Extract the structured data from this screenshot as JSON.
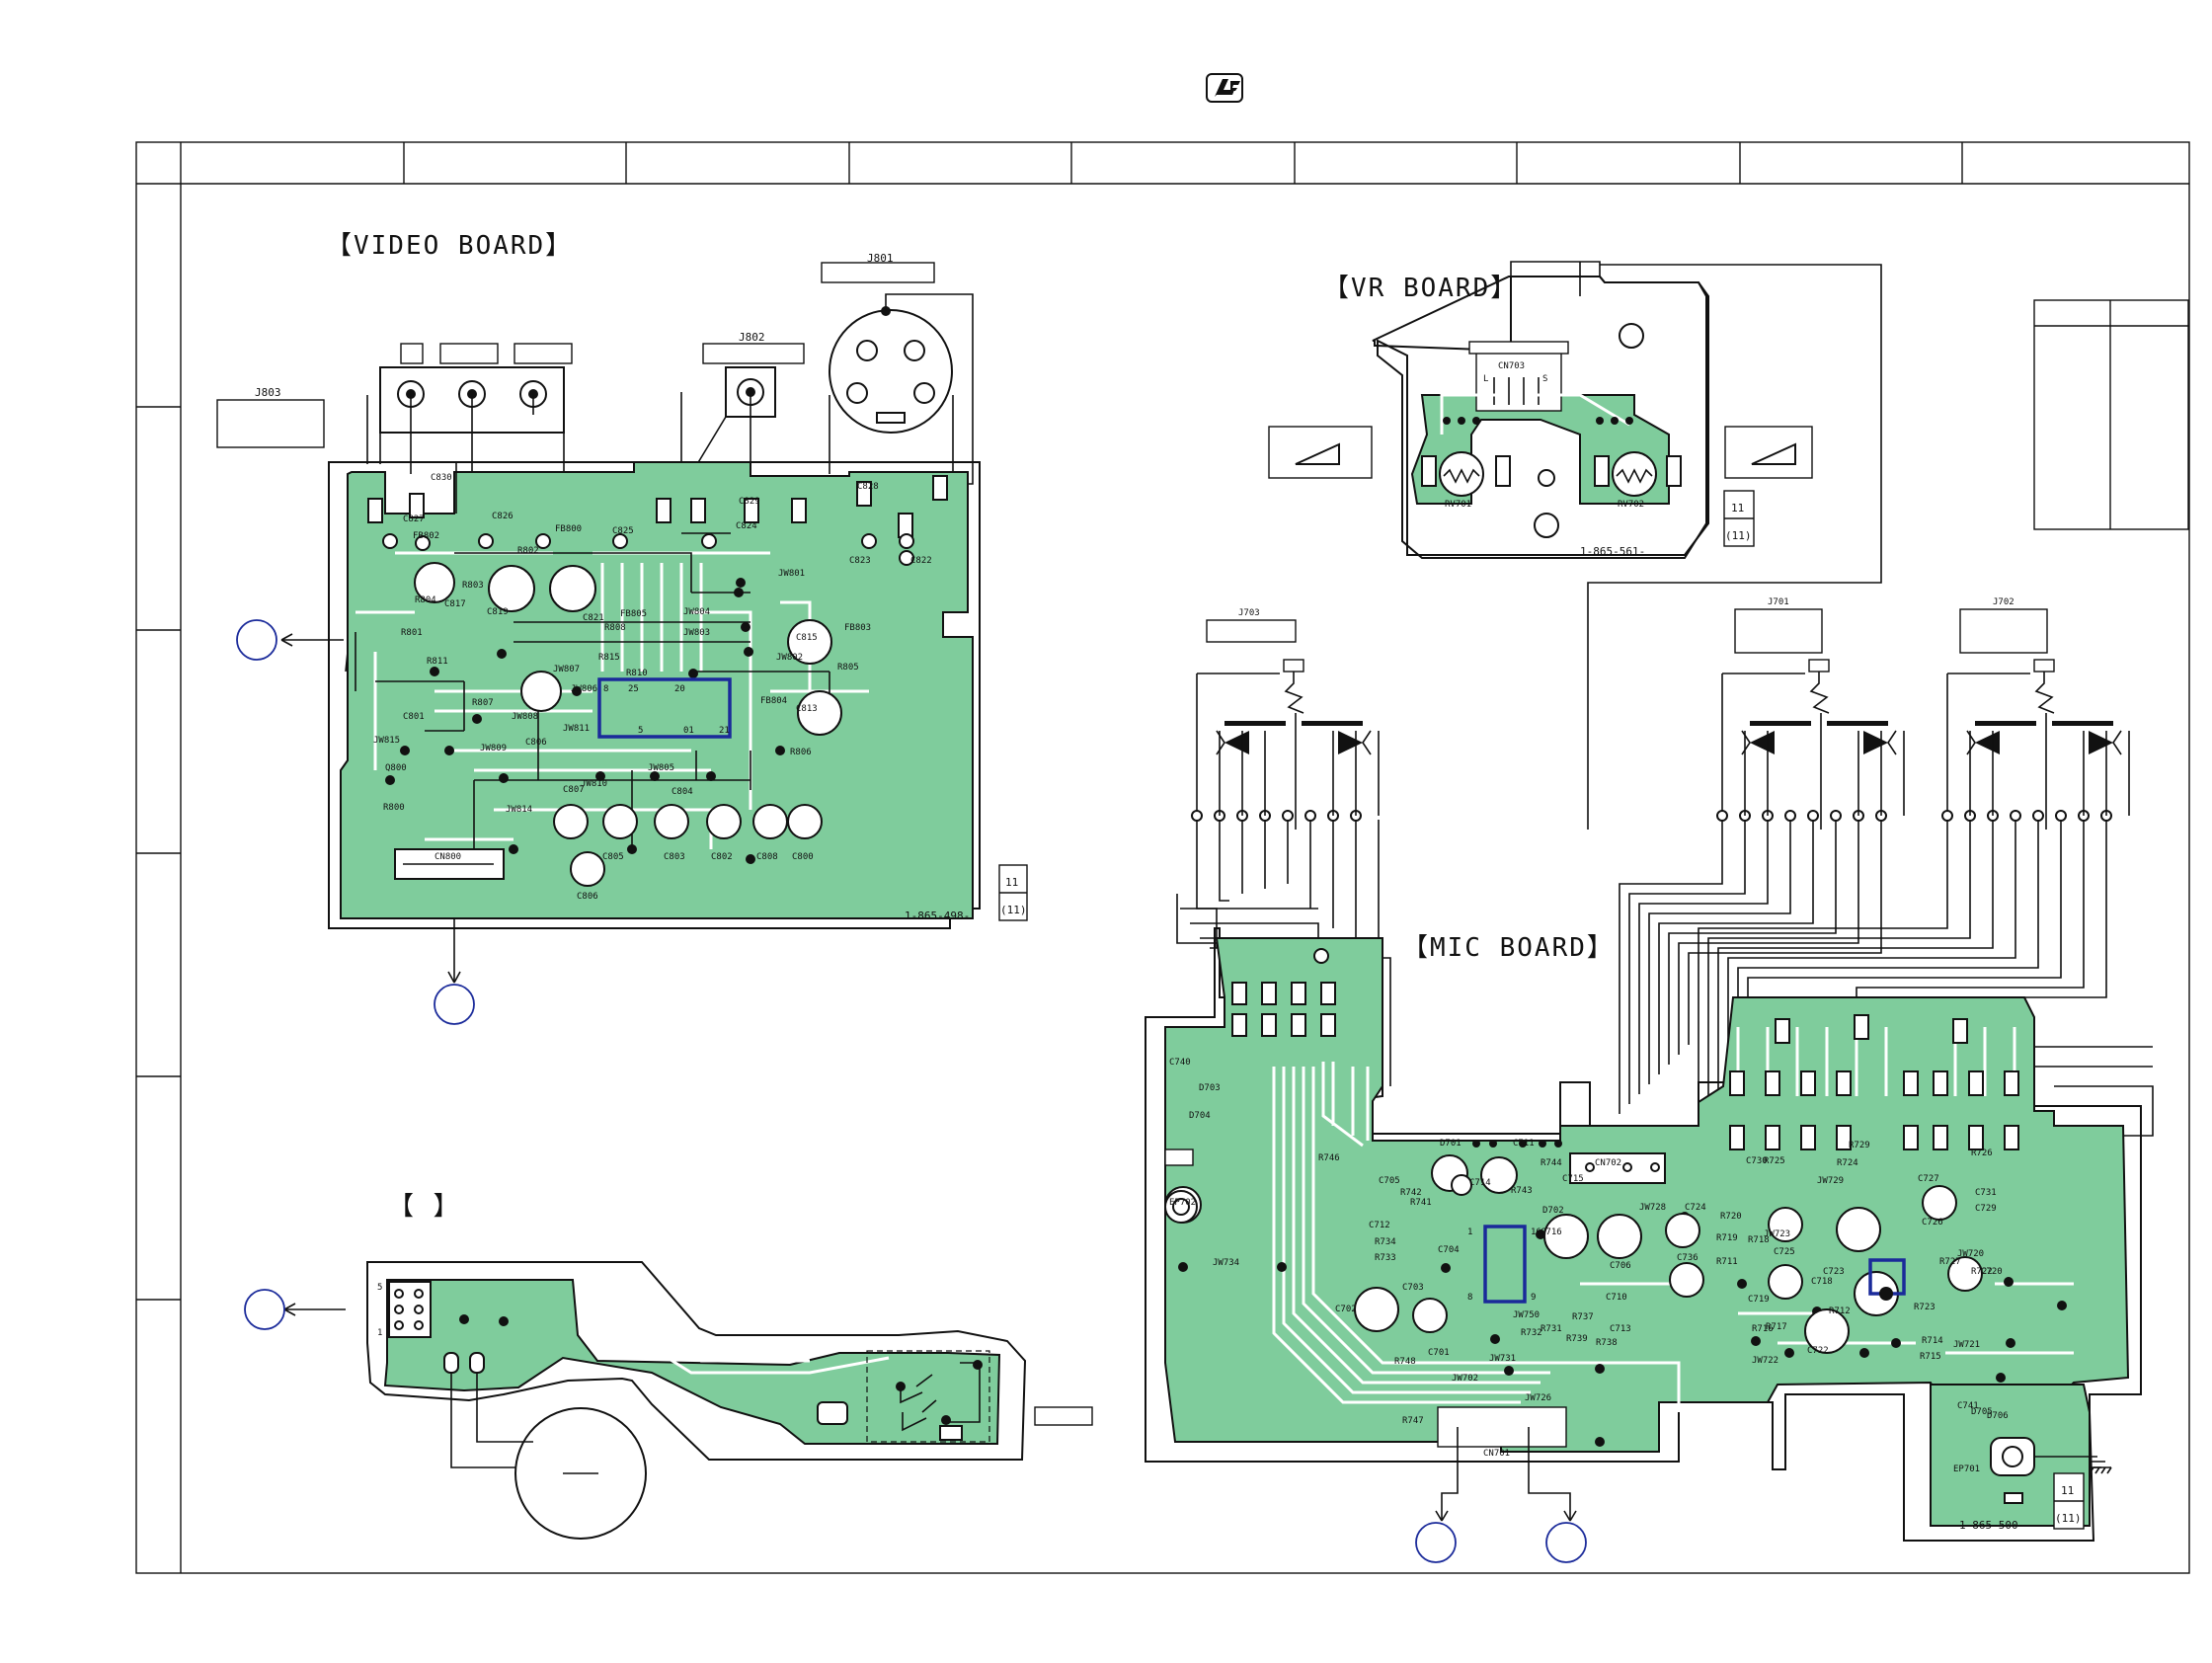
{
  "boards": {
    "video": {
      "title": "【VIDEO BOARD】",
      "part_no": "1-865-498-",
      "ref_top": "11",
      "ref_bottom": "(11)",
      "connectors": [
        "J801",
        "J802",
        "J803"
      ],
      "ic_pins": [
        "8",
        "25",
        "20",
        "5",
        "01",
        "21"
      ],
      "components": [
        "C830",
        "C827",
        "FB802",
        "C826",
        "FB800",
        "C825",
        "C829",
        "C824",
        "C828",
        "C823",
        "C822",
        "R804",
        "R803",
        "R802",
        "C817",
        "C819",
        "C821",
        "JW801",
        "R801",
        "JW804",
        "JW803",
        "FB805",
        "R808",
        "R811",
        "R815",
        "R810",
        "JW802",
        "C815",
        "C813",
        "FB803",
        "R805",
        "R807",
        "C801",
        "JW808",
        "JW807",
        "JW806",
        "JW809",
        "C806",
        "JW811",
        "JW810",
        "FB804",
        "R806",
        "JW815",
        "Q800",
        "R800",
        "JW805",
        "JW814",
        "C807",
        "C804",
        "C805",
        "C803",
        "C802",
        "C808",
        "C800",
        "CN800",
        "C806"
      ]
    },
    "vr": {
      "title": "【VR BOARD】",
      "part_no": "1-865-561-",
      "ref_top": "11",
      "ref_bottom": "(11)",
      "components": [
        "CN703",
        "RV701",
        "RV702"
      ],
      "pins": [
        "L",
        "S"
      ]
    },
    "mic": {
      "title": "【MIC BOARD】",
      "part_no": "1-865-500-",
      "ref_top": "11",
      "ref_bottom": "(11)",
      "connectors": [
        "J703",
        "J701",
        "J702",
        "CN701"
      ],
      "ic_pins": [
        "1",
        "16",
        "8",
        "9"
      ],
      "components": [
        "C740",
        "D703",
        "D704",
        "EP702",
        "R746",
        "C705",
        "R742",
        "R741",
        "C714",
        "C711",
        "D701",
        "D702",
        "C715",
        "R744",
        "R743",
        "C716",
        "CN702",
        "C712",
        "R734",
        "R733",
        "C704",
        "C703",
        "JW734",
        "C702",
        "C701",
        "R748",
        "JW702",
        "R747",
        "JW731",
        "R732",
        "R731",
        "JW750",
        "R737",
        "R739",
        "R738",
        "C713",
        "C706",
        "C710",
        "JW728",
        "C724",
        "C736",
        "R720",
        "R719",
        "R718",
        "R711",
        "C730",
        "R725",
        "R724",
        "R729",
        "JW729",
        "C725",
        "JW723",
        "C723",
        "C719",
        "C718",
        "R717",
        "R716",
        "R712",
        "C722",
        "JW722",
        "C726",
        "R727",
        "C727",
        "JW720",
        "R722",
        "R723",
        "R714",
        "R715",
        "JW721",
        "R726",
        "C731",
        "C729",
        "C720",
        "C741",
        "D705",
        "D706",
        "EP701",
        "JW726"
      ]
    },
    "unnamed": {
      "title": "【                 】",
      "pins": [
        "5",
        "1"
      ]
    }
  },
  "colors": {
    "pcb_copper": "#7fcc9c",
    "ic_outline": "#1a2a9a",
    "line": "#111111"
  },
  "icons": {
    "logo": "lead-free-logo",
    "ground": "ground-symbol"
  }
}
